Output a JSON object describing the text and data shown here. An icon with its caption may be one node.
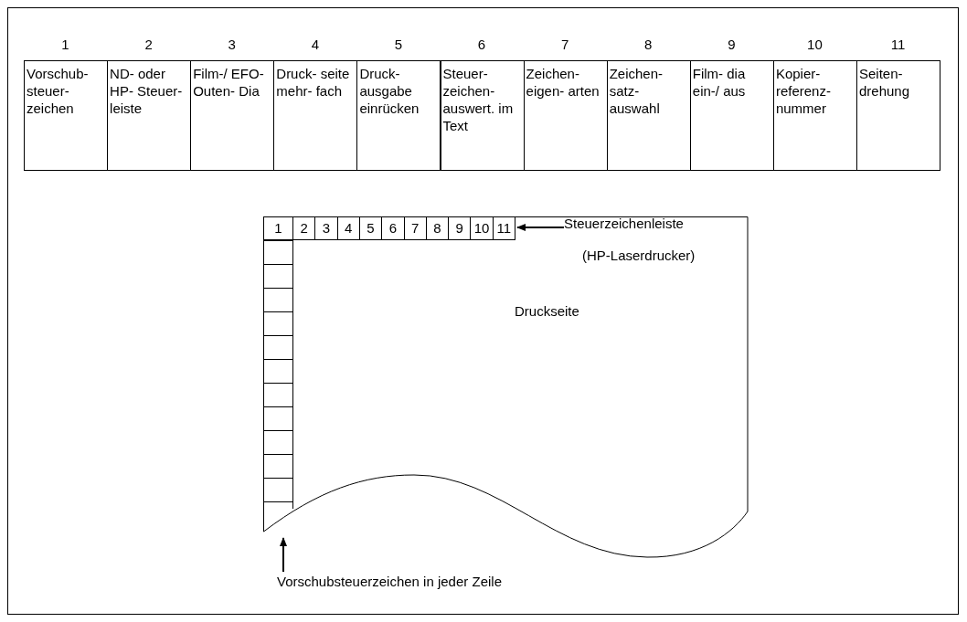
{
  "diagram": {
    "nodes": [
      {
        "text": [
          "Druckseite"
        ]
      },
      {
        "text": [
          "1",
          "2",
          "3",
          "4",
          "5",
          "6",
          "7",
          "8",
          "9",
          "10",
          "11"
        ],
        "in": 0
      },
      {
        "text": [],
        "shape": "box",
        "in": 0
      },
      {
        "text": [
          "Steuerzeichenleiste",
          "(HP-Laserdrucker)"
        ],
        "in": 0
      },
      {
        "text": [
          "Vorschubsteuerzeichen in jeder Zeile"
        ]
      }
    ],
    "edges": [
      {
        "from": 3,
        "to": 1,
        "arrow": "to"
      },
      {
        "from": 4,
        "to": 2,
        "arrow": "to"
      }
    ],
    "labels": [
      "1",
      "2",
      "3",
      "4",
      "5",
      "6",
      "7",
      "8",
      "9",
      "10",
      "11",
      "Vorschub- steuer- zeichen",
      "ND- oder HP- Steuer- leiste",
      "Film-/ EFO- Outen- Dia",
      "Druck- seite mehr- fach",
      "Druck- ausgabe einrücken",
      "Steuer- zeichen- auswert. im Text",
      "Zeichen- eigen- arten",
      "Zeichen- satz- auswahl",
      "Film- dia ein-/ aus",
      "Kopier- referenz- nummer",
      "Seiten- drehung"
    ]
  }
}
